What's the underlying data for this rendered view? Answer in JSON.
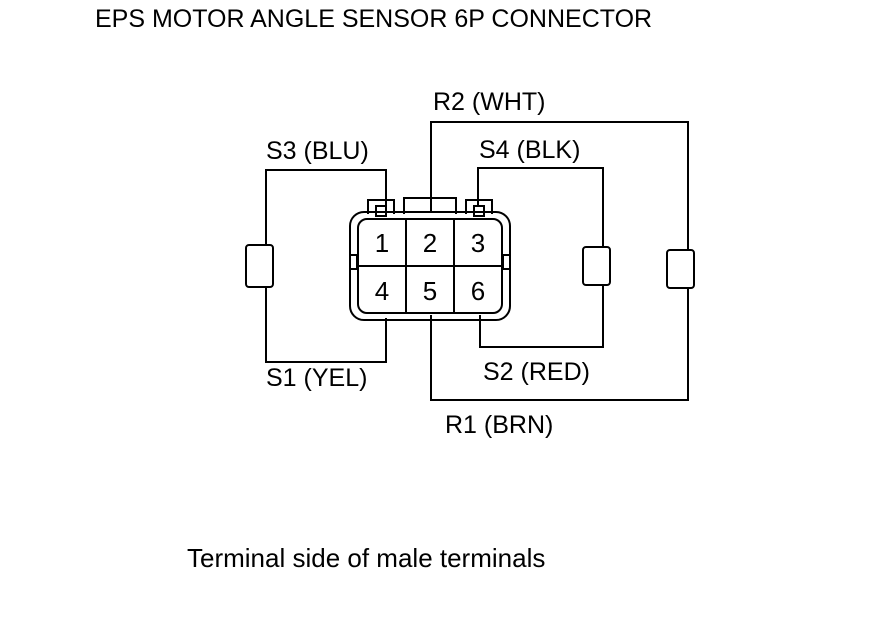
{
  "title": "EPS MOTOR ANGLE SENSOR 6P CONNECTOR",
  "caption": "Terminal side of male terminals",
  "pins": [
    "1",
    "2",
    "3",
    "4",
    "5",
    "6"
  ],
  "wires": {
    "r2": "R2 (WHT)",
    "s3": "S3 (BLU)",
    "s4": "S4 (BLK)",
    "s1": "S1 (YEL)",
    "s2": "S2 (RED)",
    "r1": "R1 (BRN)"
  }
}
